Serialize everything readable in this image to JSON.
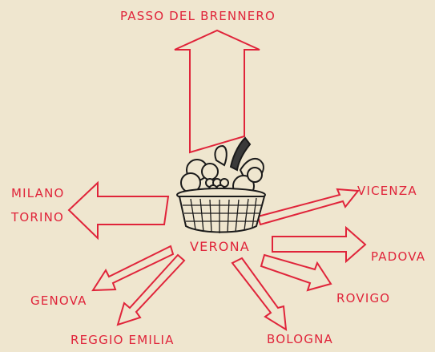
{
  "diagram": {
    "center_label": "VERONA",
    "destinations": {
      "brennero": "PASSO DEL BRENNERO",
      "milano": "MILANO",
      "torino": "TORINO",
      "vicenza": "VICENZA",
      "padova": "PADOVA",
      "rovigo": "ROVIGO",
      "bologna": "BOLOGNA",
      "reggio_emilia": "REGGIO EMILIA",
      "genova": "GENOVA"
    },
    "colors": {
      "arrow": "#e0243a",
      "label": "#e0243a",
      "drawing": "#1a1a1a",
      "background": "#efe6cf"
    },
    "icons": [
      "fruit-basket-icon"
    ]
  }
}
